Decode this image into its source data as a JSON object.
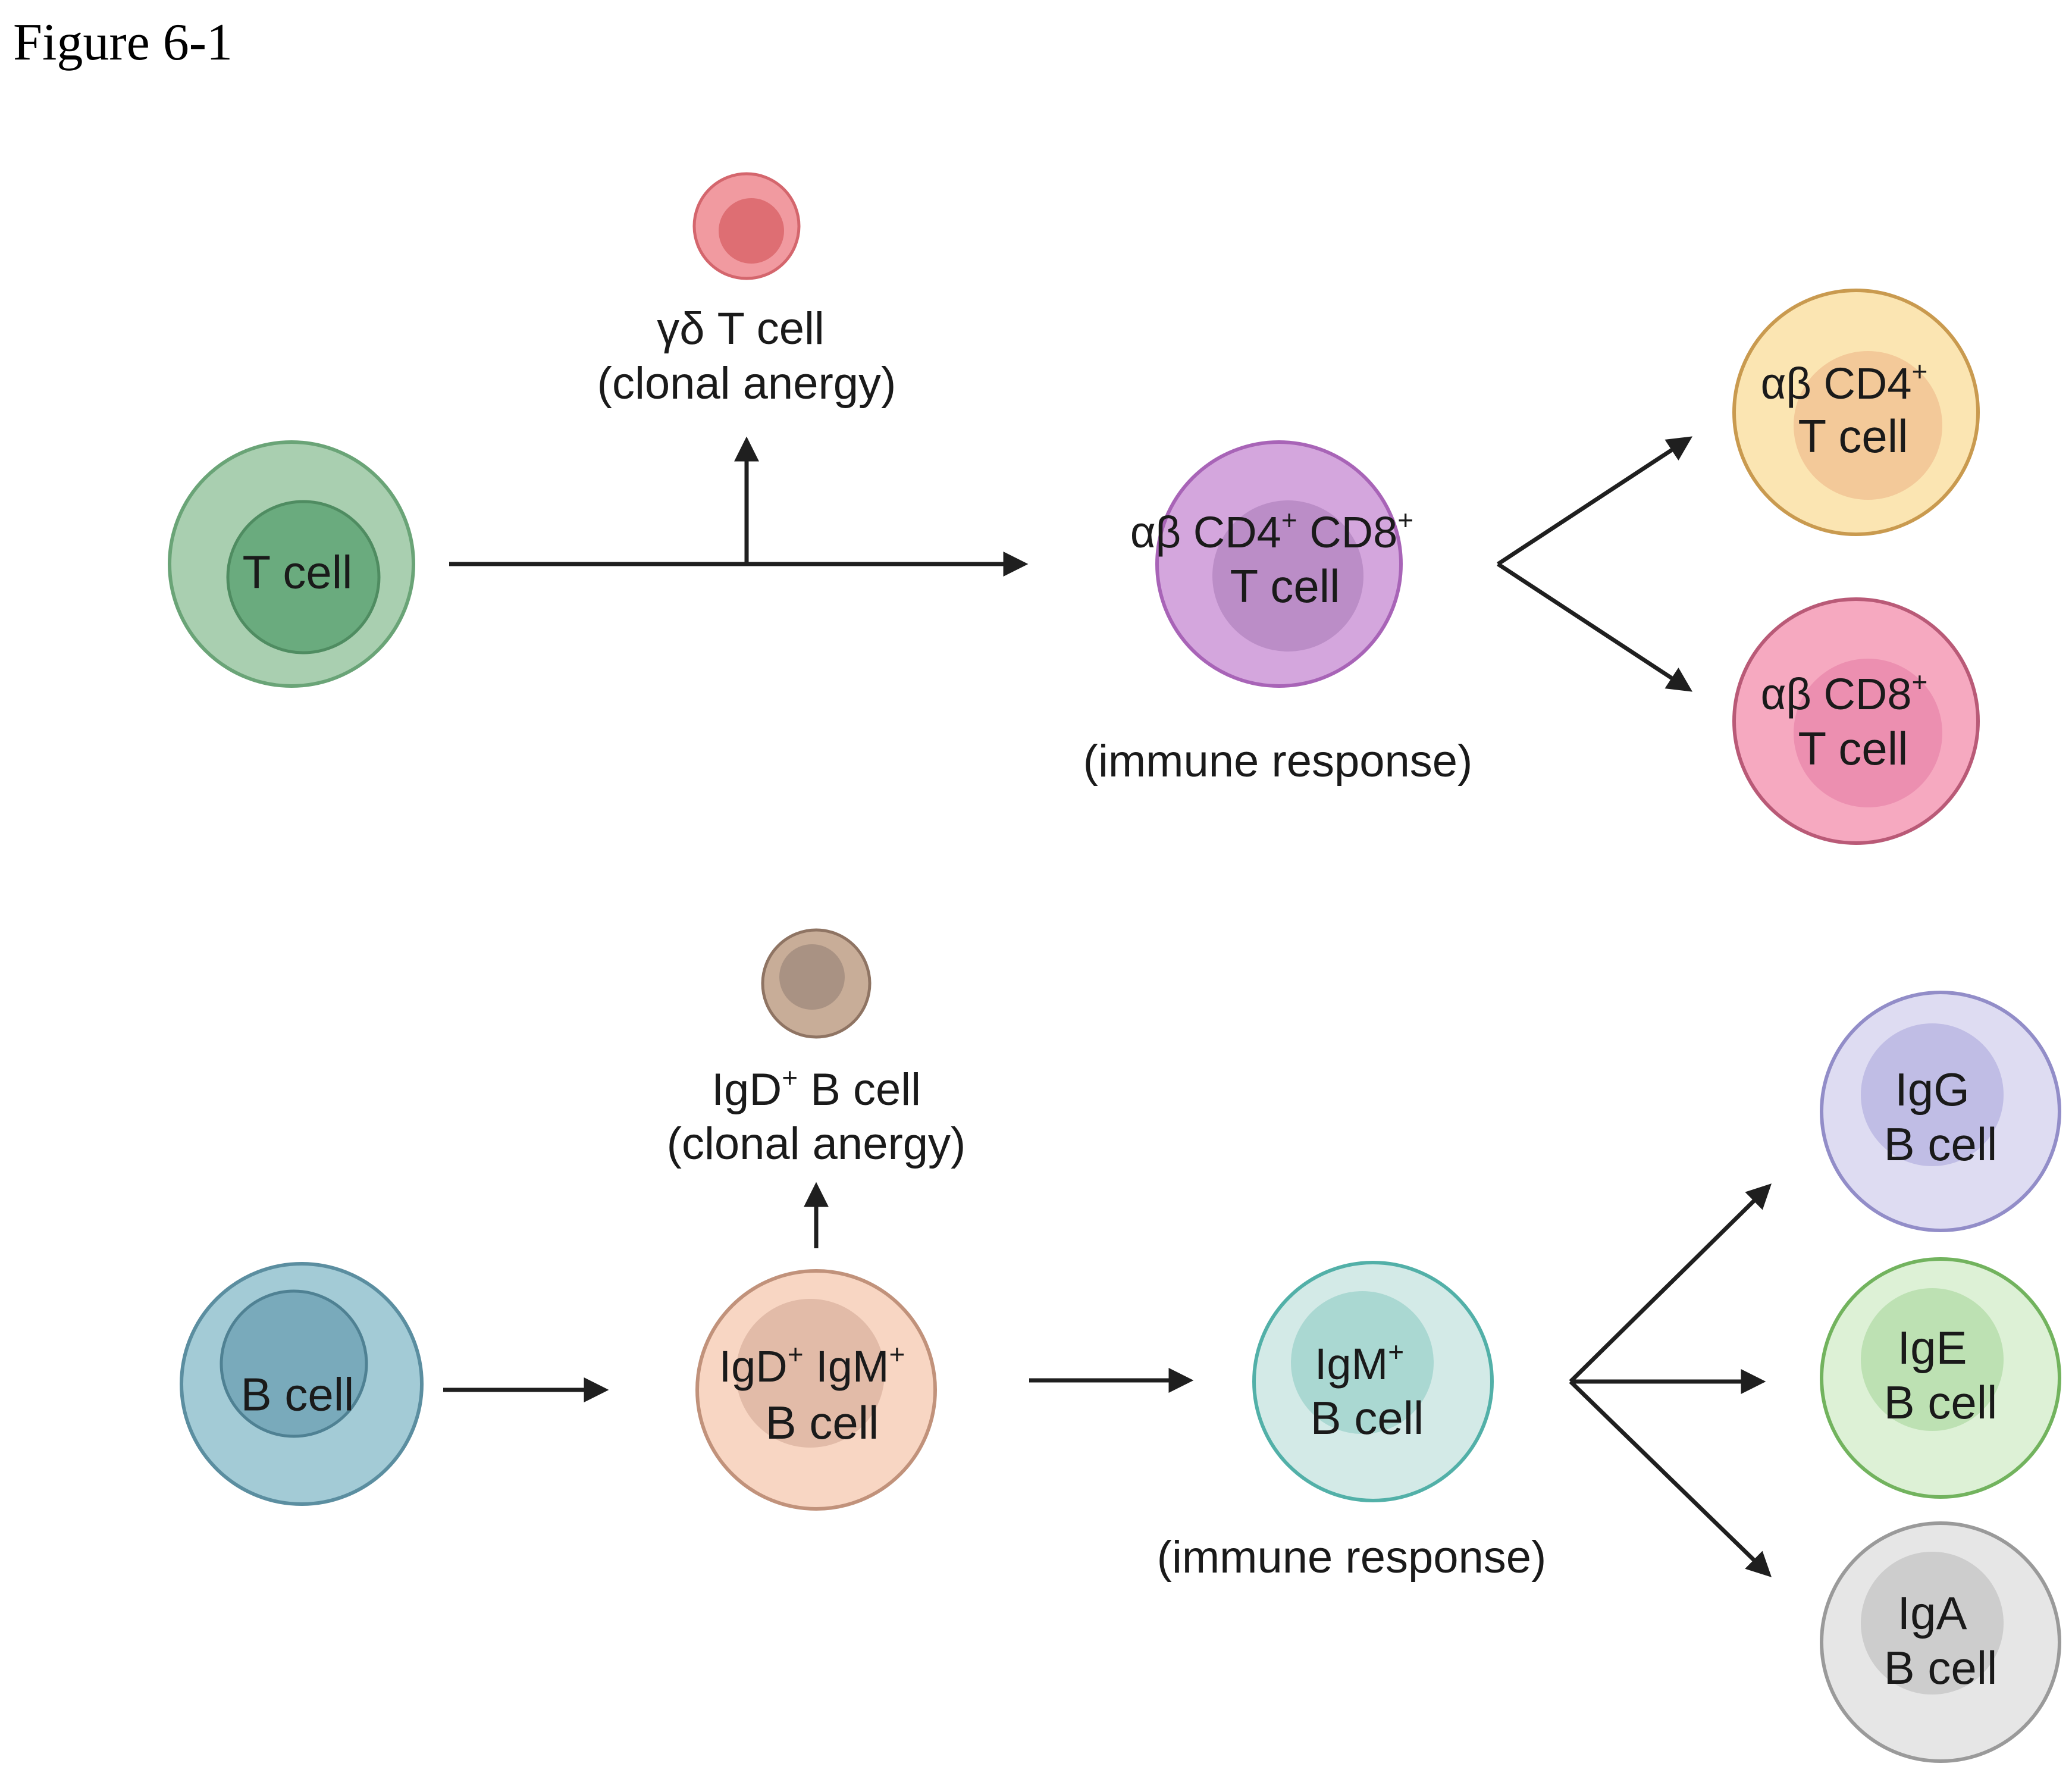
{
  "figure_title": "Figure 6-1",
  "t_lineage": {
    "start_cell": {
      "label": "T cell",
      "outer_color": "#a9cfb0",
      "outer_stroke": "#6aa477",
      "inner_color": "#6aab7e",
      "inner_stroke": "#4f8c61"
    },
    "gamma_delta_cell": {
      "line1": "γδ T cell",
      "line2": "(clonal anergy)",
      "outer_color": "#f19aa0",
      "outer_stroke": "#d4666d",
      "inner_color": "#de6e73"
    },
    "double_positive_cell": {
      "line1_prefix": "αβ CD4",
      "line1_sup1": "+",
      "line1_mid": " CD8",
      "line1_sup2": "+",
      "line2": "T cell",
      "caption": "(immune response)",
      "outer_color": "#d4a6dd",
      "outer_stroke": "#a864b7",
      "inner_color": "#bb8dc7"
    },
    "cd4_cell": {
      "line1_prefix": "αβ CD4",
      "line1_sup": "+",
      "line2": "T cell",
      "outer_color": "#fbe5b2",
      "outer_stroke": "#c99a4f",
      "inner_color": "#f3c999"
    },
    "cd8_cell": {
      "line1_prefix": "αβ CD8",
      "line1_sup": "+",
      "line2": "T cell",
      "outer_color": "#f6a9c0",
      "outer_stroke": "#b95a77",
      "inner_color": "#ec8fb0"
    }
  },
  "b_lineage": {
    "start_cell": {
      "label": "B cell",
      "outer_color": "#a3cbd6",
      "outer_stroke": "#5b8ea0",
      "inner_color": "#79aabb",
      "inner_stroke": "#4f8193"
    },
    "igd_cell": {
      "line1_prefix": "IgD",
      "line1_sup": "+",
      "line1_suffix": " B cell",
      "line2": "(clonal anergy)",
      "outer_color": "#c8ad98",
      "outer_stroke": "#8f7463",
      "inner_color": "#a99283"
    },
    "igd_igm_cell": {
      "line1_prefix": "IgD",
      "line1_sup1": "+",
      "line1_mid": " IgM",
      "line1_sup2": "+",
      "line2": "B cell",
      "outer_color": "#f8d6c3",
      "outer_stroke": "#c1927b",
      "inner_color": "#e2bba8"
    },
    "igm_cell": {
      "line1_prefix": "IgM",
      "line1_sup": "+",
      "line2": "B cell",
      "caption": "(immune response)",
      "outer_color": "#d3eae7",
      "outer_stroke": "#52b0a8",
      "inner_color": "#aad8d2"
    },
    "igg_cell": {
      "line1": "IgG",
      "line2": "B cell",
      "outer_color": "#dedcf2",
      "outer_stroke": "#928dc8",
      "inner_color": "#c0bde5"
    },
    "ige_cell": {
      "line1": "IgE",
      "line2": "B cell",
      "outer_color": "#ddf1d6",
      "outer_stroke": "#72b35e",
      "inner_color": "#bde1b3"
    },
    "iga_cell": {
      "line1": "IgA",
      "line2": "B cell",
      "outer_color": "#e6e6e6",
      "outer_stroke": "#9a9a9a",
      "inner_color": "#cdcdcd"
    }
  }
}
